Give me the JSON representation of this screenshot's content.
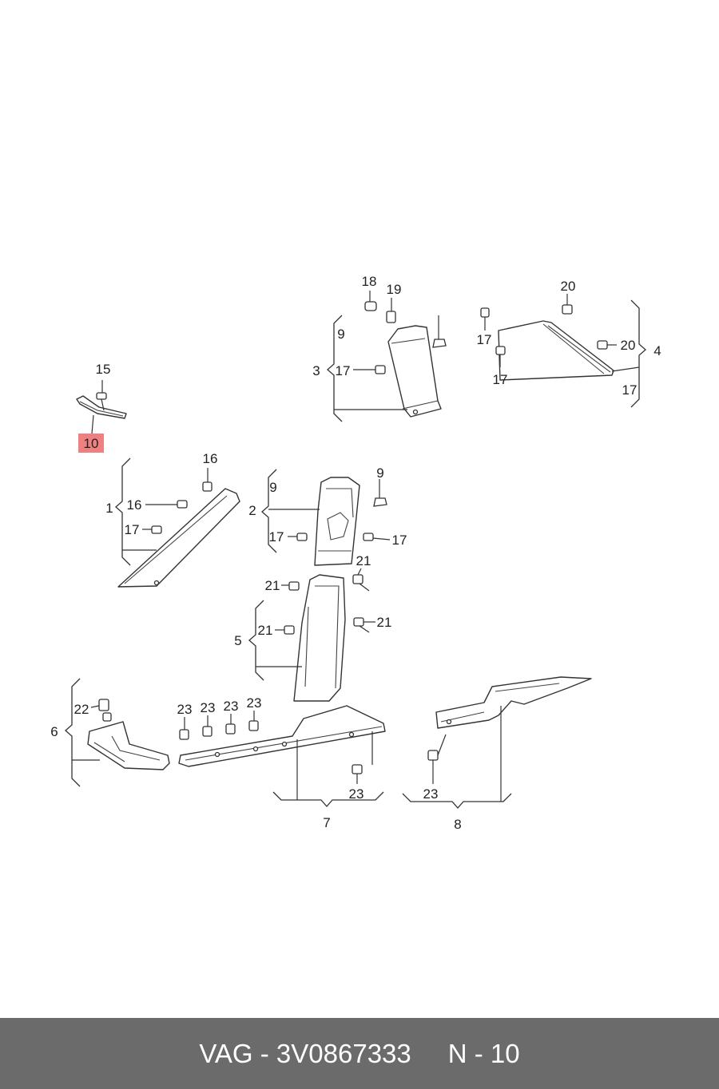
{
  "diagram": {
    "highlighted_part": "10",
    "callouts": {
      "c1": "1",
      "c2": "2",
      "c3": "3",
      "c4": "4",
      "c5": "5",
      "c6": "6",
      "c7": "7",
      "c8": "8",
      "c9a": "9",
      "c9b": "9",
      "c9c": "9",
      "c10": "10",
      "c15": "15",
      "c16a": "16",
      "c16b": "16",
      "c17a": "17",
      "c17b": "17",
      "c17c": "17",
      "c17d": "17",
      "c17e": "17",
      "c17f": "17",
      "c17g": "17",
      "c18": "18",
      "c19": "19",
      "c20a": "20",
      "c20b": "20",
      "c21a": "21",
      "c21b": "21",
      "c21c": "21",
      "c21d": "21",
      "c22": "22",
      "c23a": "23",
      "c23b": "23",
      "c23c": "23",
      "c23d": "23",
      "c23e": "23",
      "c23f": "23"
    },
    "highlight_color": "#f08080"
  },
  "footer": {
    "part_ref": "VAG - 3V0867333",
    "position": "N - 10",
    "background": "#6b6b6b"
  }
}
